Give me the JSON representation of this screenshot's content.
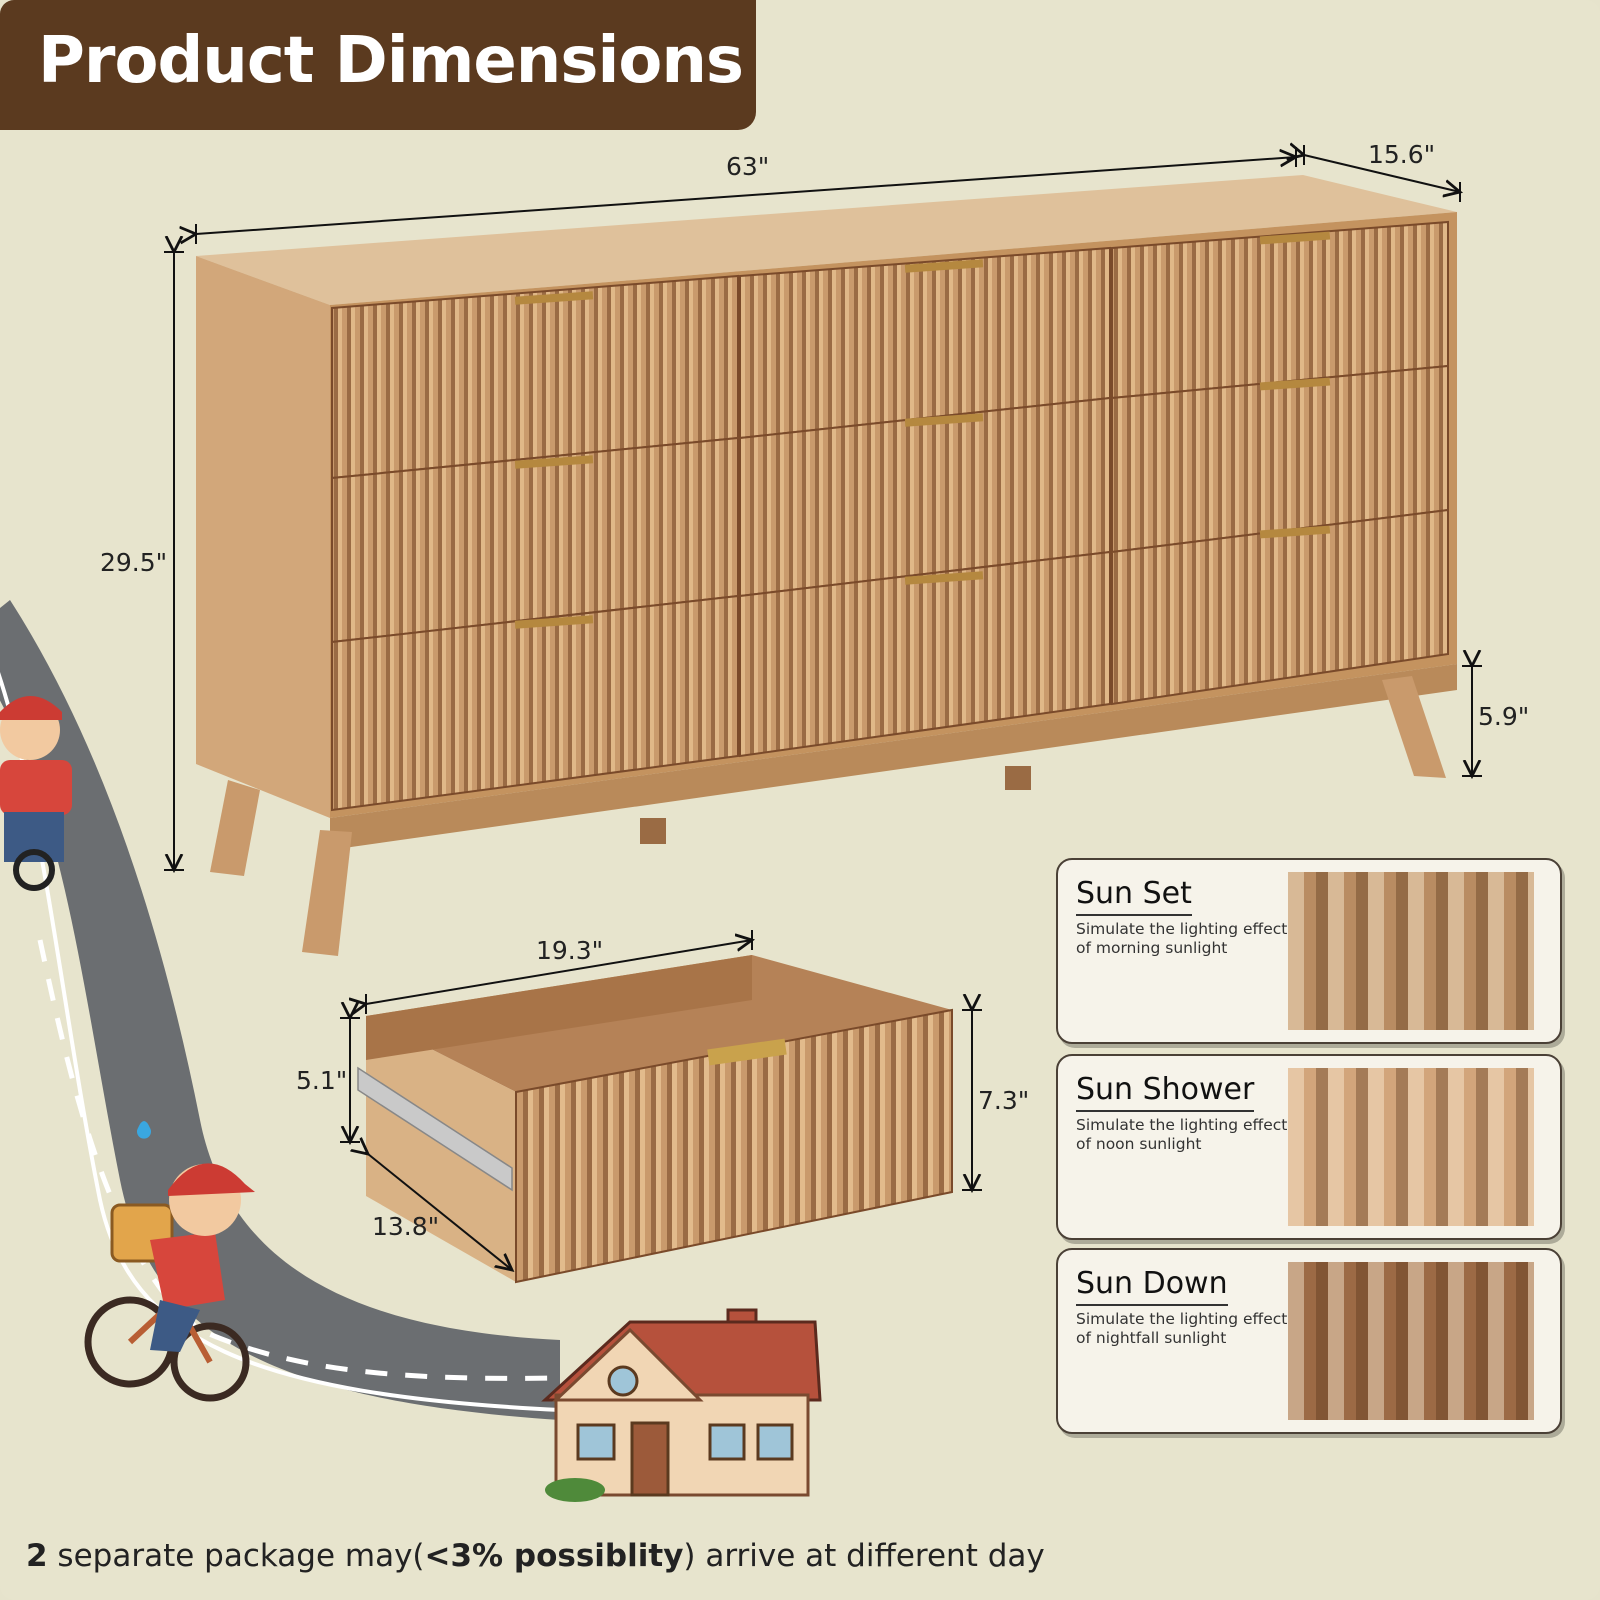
{
  "header": {
    "title": "Product Dimensions"
  },
  "dimensions": {
    "width": "63\"",
    "depth": "15.6\"",
    "height": "29.5\"",
    "leg_height": "5.9\"",
    "drawer_width": "19.3\"",
    "drawer_inner_height": "5.1\"",
    "drawer_front_height": "7.3\"",
    "drawer_depth": "13.8\""
  },
  "lighting_cards": [
    {
      "title": "Sun Set",
      "desc": "Simulate the lighting effect of morning sunlight",
      "tone": "#b98c62"
    },
    {
      "title": "Sun Shower",
      "desc": "Simulate the lighting effect of noon sunlight",
      "tone": "#d2a57b"
    },
    {
      "title": "Sun Down",
      "desc": "Simulate the lighting effect of nightfall sunlight",
      "tone": "#9c6a45"
    }
  ],
  "footer": {
    "count": "2",
    "text_before": " separate package may(",
    "highlight": "<3% possiblity",
    "text_after": ") arrive at different day"
  },
  "colors": {
    "background": "#e7e4cd",
    "banner": "#5b3a1f",
    "wood": "#c99a6c",
    "wood_dark": "#8f5e3a",
    "road": "#6b6e71"
  }
}
